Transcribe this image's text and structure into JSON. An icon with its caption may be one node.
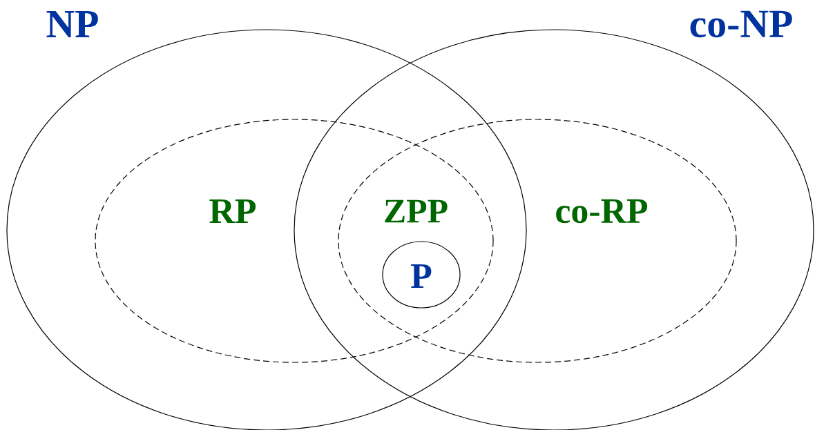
{
  "diagram": {
    "nodes": [
      {
        "text": [
          "NP"
        ]
      },
      {
        "text": [
          "co-NP"
        ]
      },
      {
        "text": [
          "RP"
        ],
        "in": 0
      },
      {
        "text": [
          "co-RP"
        ],
        "in": 1
      },
      {
        "text": [
          "P"
        ]
      }
    ],
    "labels": [
      "ZPP"
    ]
  }
}
